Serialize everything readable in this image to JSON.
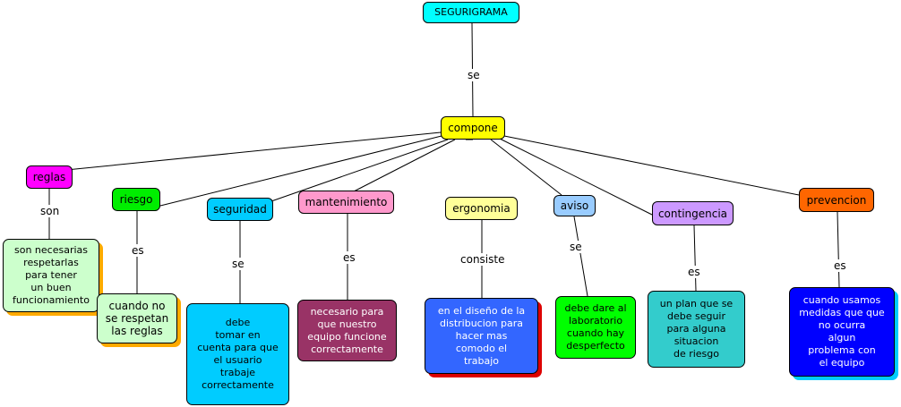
{
  "title": "SEGURIGRAMA",
  "link_se": "se",
  "root": "compone",
  "branches": [
    {
      "concept": "reglas",
      "link": "son",
      "detail": "son necesarias\nrespetarlas\npara tener\nun buen\nfuncionamiento",
      "color": "#ff00ff",
      "detail_color": "#ccffcc",
      "shadow": "#ffaa00"
    },
    {
      "concept": "riesgo",
      "link": "es",
      "detail": "cuando no\nse respetan\nlas reglas",
      "color": "#00ee00",
      "detail_color": "#ccffcc",
      "shadow": "#ffaa00"
    },
    {
      "concept": "seguridad",
      "link": "se",
      "detail": "debe\ntomar en\ncuenta para que\nel usuario\ntrabaje\ncorrectamente",
      "color": "#00ccff",
      "detail_color": "#00ccff"
    },
    {
      "concept": "mantenimiento",
      "link": "es",
      "detail": "necesario para\nque nuestro\nequipo funcione\ncorrectamente",
      "color": "#ff99cc",
      "detail_color": "#993366"
    },
    {
      "concept": "ergonomia",
      "link": "consiste",
      "detail": "en el diseño de la\ndistribucion para\nhacer mas\ncomodo el\ntrabajo",
      "color": "#ffff99",
      "detail_color": "#3366ff",
      "shadow": "#dd0000"
    },
    {
      "concept": "aviso",
      "link": "se",
      "detail": "debe dare al\nlaboratorio\ncuando hay\ndesperfecto",
      "color": "#99ccff",
      "detail_color": "#00ff00"
    },
    {
      "concept": "contingencia",
      "link": "es",
      "detail": "un plan que se\ndebe seguir\npara alguna\nsituacion\nde riesgo",
      "color": "#cc99ff",
      "detail_color": "#33cccc"
    },
    {
      "concept": "prevencion",
      "link": "es",
      "detail": "cuando usamos\nmedidas que que\nno ocurra\nalgun\nproblema con\nel equipo",
      "color": "#ff6600",
      "detail_color": "#0000ff",
      "shadow": "#00ccff"
    }
  ],
  "colors": {
    "title": "#00ffff",
    "root": "#ffff00"
  }
}
